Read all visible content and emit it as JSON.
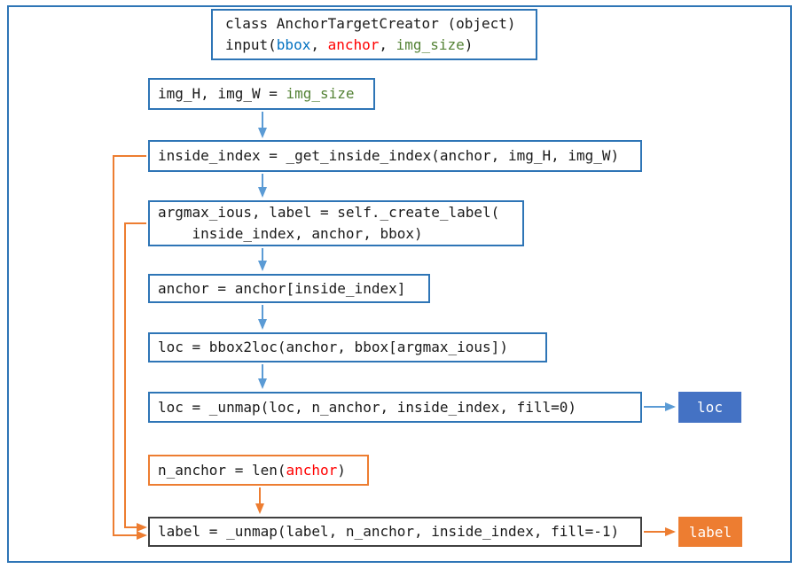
{
  "colors": {
    "frame_blue": "#2E75B6",
    "box_border_blue": "#2E75B6",
    "box_border_orange": "#ED7D31",
    "box_border_dark": "#404040",
    "arrow_blue": "#5B9BD5",
    "arrow_orange": "#ED7D31",
    "tag_blue_fill": "#4472C4",
    "tag_orange_fill": "#ED7D31",
    "syntax_blue": "#0070C0",
    "syntax_red": "#FF0000",
    "syntax_green": "#548235",
    "text": "#1a1a1a"
  },
  "title_box": {
    "line1": "class AnchorTargetCreator (object)",
    "line2": {
      "prefix": "input(",
      "arg_bbox": "bbox",
      "sep1": ", ",
      "arg_anchor": "anchor",
      "sep2": ", ",
      "arg_img_size": "img_size",
      "suffix": ")"
    }
  },
  "boxes": {
    "img_size": {
      "prefix": "img_H, img_W = ",
      "highlight": "img_size"
    },
    "inside_index": {
      "text": "inside_index = _get_inside_index(anchor, img_H, img_W)"
    },
    "create_label": {
      "line1": "argmax_ious, label = self._create_label(",
      "line2": "    inside_index, anchor, bbox)"
    },
    "anchor_filter": {
      "text": "anchor = anchor[inside_index]"
    },
    "bbox2loc": {
      "text": "loc = bbox2loc(anchor, bbox[argmax_ious])"
    },
    "loc_unmap": {
      "text": "loc = _unmap(loc, n_anchor, inside_index, fill=0)"
    },
    "n_anchor": {
      "prefix": "n_anchor = len(",
      "highlight": "anchor",
      "suffix": ")"
    },
    "label_unmap": {
      "text": "label = _unmap(label, n_anchor, inside_index, fill=-1)"
    }
  },
  "outputs": {
    "loc_tag": "loc",
    "label_tag": "label"
  }
}
